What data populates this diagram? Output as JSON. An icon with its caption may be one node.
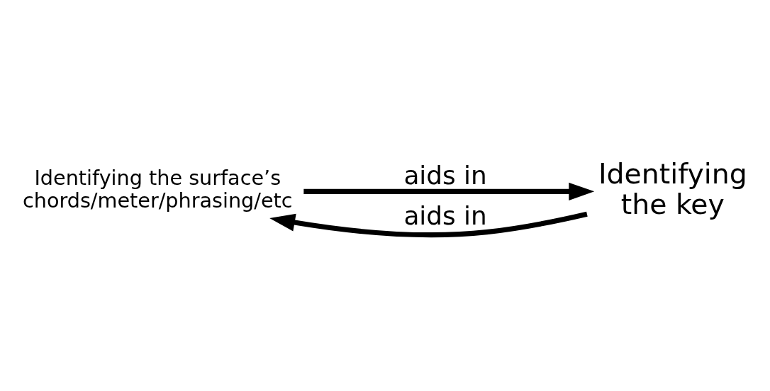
{
  "diagram": {
    "nodes": [
      {
        "text": [
          "Identifying the surface’s chords/meter/phrasing/etc"
        ]
      },
      {
        "text": [
          "Identifying the key"
        ]
      }
    ],
    "edges": [
      {
        "from": 0,
        "to": 1,
        "arrow": "to",
        "label": "aids in"
      },
      {
        "from": 1,
        "to": 0,
        "arrow": "to",
        "label": "aids in"
      }
    ]
  }
}
